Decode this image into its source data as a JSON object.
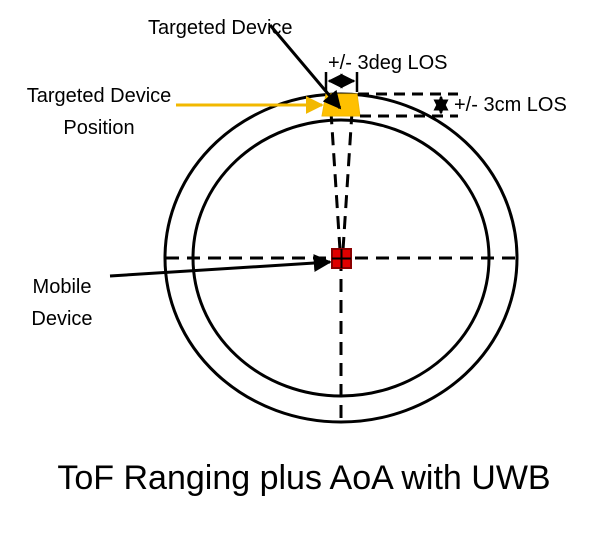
{
  "labels": {
    "targeted_device": "Targeted Device",
    "targeted_device_position_line1": "Targeted Device",
    "targeted_device_position_line2": "Position",
    "angle_tolerance": "+/- 3deg LOS",
    "distance_tolerance": "+/- 3cm LOS",
    "mobile_device_line1": "Mobile",
    "mobile_device_line2": "Device"
  },
  "caption": "ToF Ranging plus AoA with UWB",
  "colors": {
    "outline": "#000000",
    "target_fill": "#FFC000",
    "pointer_yellow": "#F2B800",
    "mobile_fill": "#E00000",
    "mobile_border": "#8B0000"
  }
}
